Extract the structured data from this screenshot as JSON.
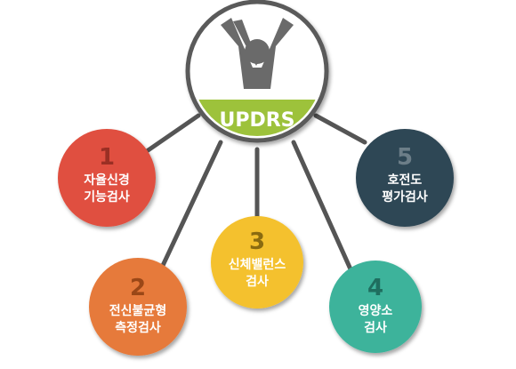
{
  "hub": {
    "title": "UPDRS",
    "icon": "person-arms-raised-icon",
    "band_color": "#9dc23b",
    "ring_color": "#5a5a5a"
  },
  "nodes": [
    {
      "id": "1",
      "number": "1",
      "line1": "자율신경",
      "line2": "기능검사",
      "color": "#e0503f",
      "number_color": "#9a2f24"
    },
    {
      "id": "2",
      "number": "2",
      "line1": "전신불균형",
      "line2": "측정검사",
      "color": "#e67a3b",
      "number_color": "#9a4717"
    },
    {
      "id": "3",
      "number": "3",
      "line1": "신체밸런스",
      "line2": "검사",
      "color": "#f4c12e",
      "number_color": "#8a6b10"
    },
    {
      "id": "4",
      "number": "4",
      "line1": "영양소",
      "line2": "검사",
      "color": "#3cb39b",
      "number_color": "#1f6e5f"
    },
    {
      "id": "5",
      "number": "5",
      "line1": "호전도",
      "line2": "평가검사",
      "color": "#2f4654",
      "number_color": "#6c7e88"
    }
  ],
  "connector_color": "#555555"
}
